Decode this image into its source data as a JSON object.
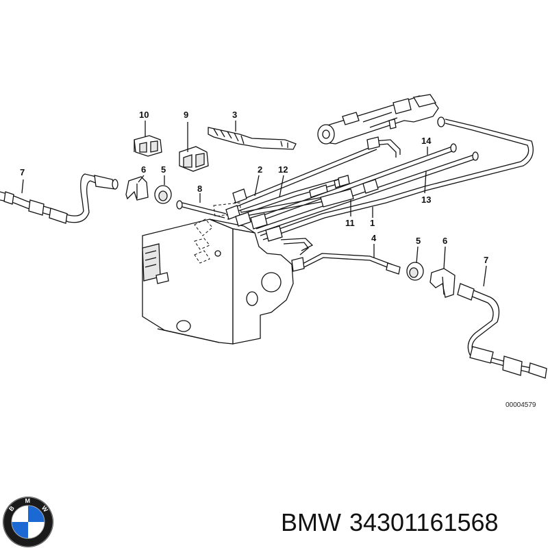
{
  "diagram": {
    "callouts": {
      "c10": "10",
      "c9": "9",
      "c3": "3",
      "c7a": "7",
      "c6a": "6",
      "c5a": "5",
      "c2": "2",
      "c12": "12",
      "c8": "8",
      "c14": "14",
      "c13": "13",
      "c11": "11",
      "c1": "1",
      "c4": "4",
      "c5b": "5",
      "c6b": "6",
      "c7b": "7"
    },
    "reference_code": "00004579"
  },
  "footer": {
    "brand": "BMW",
    "part_number": "34301161568"
  },
  "logo": {
    "letters": [
      "B",
      "M",
      "W"
    ],
    "colors": {
      "ring": "#1a1a1a",
      "blue": "#1c69d4",
      "white": "#ffffff"
    }
  }
}
